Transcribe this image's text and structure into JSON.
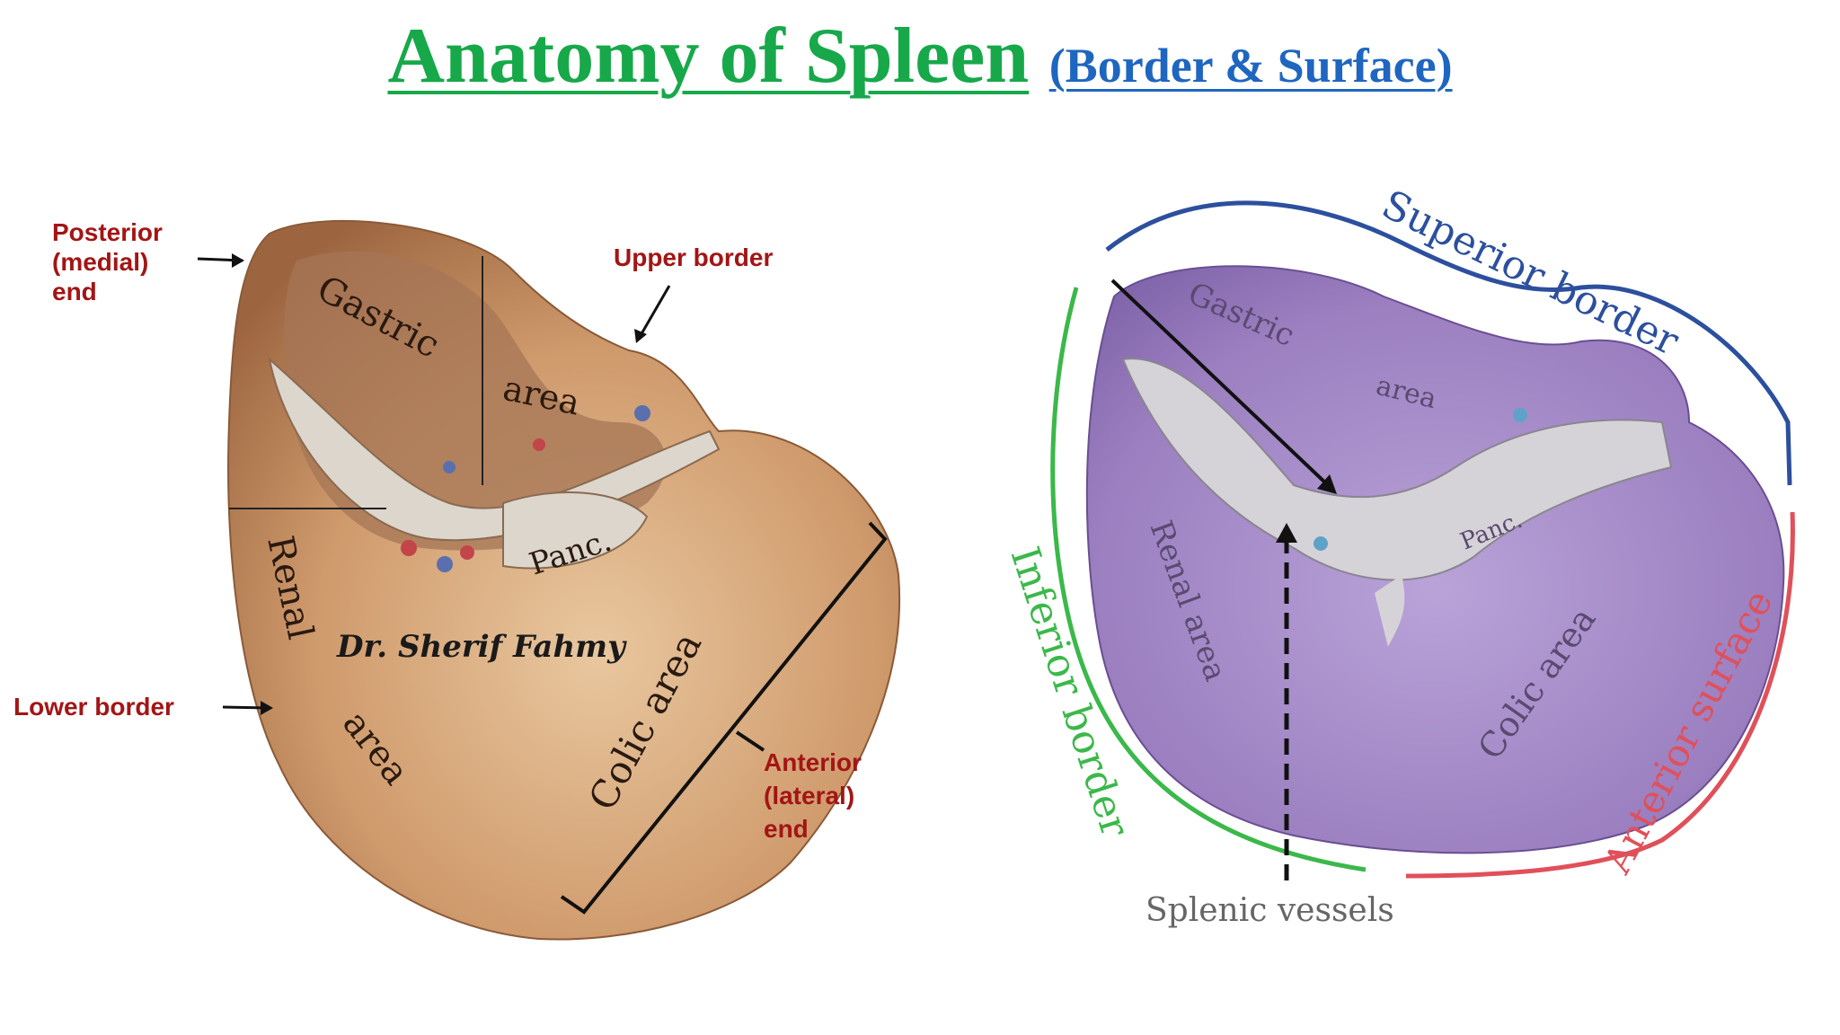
{
  "title": {
    "main": "Anatomy of Spleen",
    "sub": "(Border & Surface)"
  },
  "left_figure": {
    "labels": {
      "posterior_end": [
        "Posterior",
        "(medial)",
        "end"
      ],
      "upper_border": "Upper border",
      "lower_border": "Lower border",
      "anterior_end": [
        "Anterior",
        "(lateral)",
        "end"
      ]
    },
    "areas": {
      "gastric": "Gastric",
      "gastric_area": "area",
      "renal": "Renal",
      "renal_area": "area",
      "colic": "Colic area",
      "panc": "Panc."
    },
    "signature": "Dr. Sherif Fahmy"
  },
  "right_figure": {
    "labels": {
      "superior_border": "Superior border",
      "inferior_border": "Inferior border",
      "anterior_surface": "Anterior surface",
      "splenic_vessels": "Splenic vessels"
    },
    "areas": {
      "gastric": "Gastric",
      "gastric_area": "area",
      "renal": "Renal area",
      "colic": "Colic area",
      "panc": "Panc."
    },
    "colors": {
      "superior": "#2c4f9e",
      "inferior": "#3bb84a",
      "anterior": "#e0505a",
      "organ": "#9b7fc0"
    }
  }
}
